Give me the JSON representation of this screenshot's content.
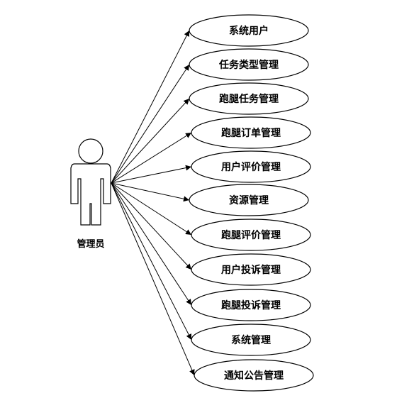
{
  "actor": {
    "label": "管理员"
  },
  "use_cases": [
    "系统用户",
    "任务类型管理",
    "跑腿任务管理",
    "跑腿订单管理",
    "用户评价管理",
    "资源管理",
    "跑腿评价管理",
    "用户投诉管理",
    "跑腿投诉管理",
    "系统管理",
    "通知公告管理"
  ],
  "colors": {
    "stroke": "#000000",
    "fill": "#ffffff",
    "text": "#000000"
  }
}
